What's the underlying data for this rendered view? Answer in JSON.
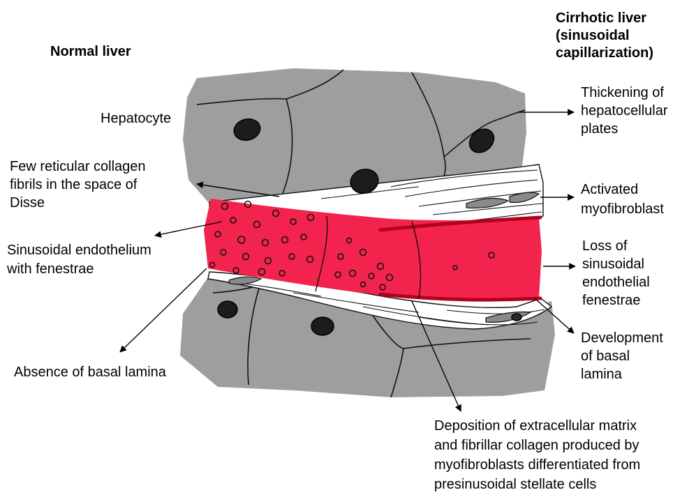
{
  "titles": {
    "normal": "Normal liver",
    "cirrhotic": "Cirrhotic liver\n(sinusoidal\ncapillarization)"
  },
  "labels": {
    "hepatocyte": "Hepatocyte",
    "few_reticular": "Few reticular collagen\nfibrils in the space of\nDisse",
    "sinusoidal_endothelium": "Sinusoidal endothelium\nwith fenestrae",
    "absence_basal": "Absence of basal lamina",
    "thickening": "Thickening of\nhepatocellular\nplates",
    "activated": "Activated\nmyofibroblast",
    "loss_fenestrae": "Loss of\nsinusoidal\nendothelial\nfenestrae",
    "development_basal": "Development\nof basal\nlamina",
    "deposition": "Deposition of extracellular matrix\nand fibrillar collagen produced by\nmyofibroblasts differentiated from\npresinusoidal stellate cells"
  },
  "colors": {
    "hepatocyte_gray": "#9e9e9e",
    "sinusoid_red": "#f2234c",
    "basal_lamina_red": "#b3001b",
    "nucleus": "#1c1c1c",
    "myofibroblast": "#8a8a8a"
  }
}
